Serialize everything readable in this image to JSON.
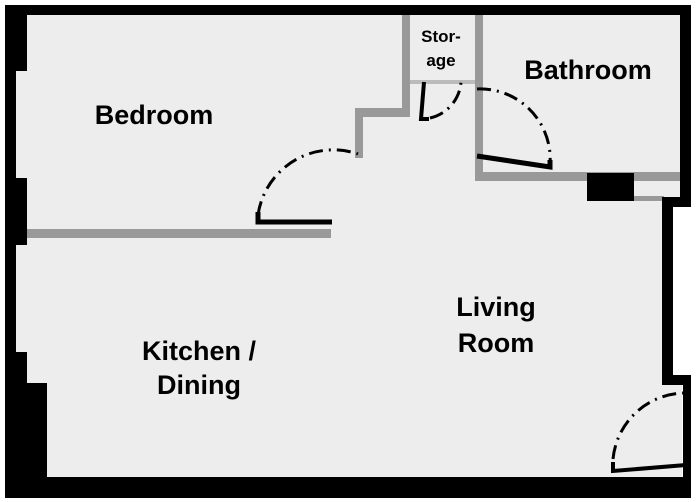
{
  "rooms": {
    "bedroom": "Bedroom",
    "storage_line1": "Stor-",
    "storage_line2": "age",
    "bathroom": "Bathroom",
    "living_line1": "Living",
    "living_line2": "Room",
    "kitchen_line1": "Kitchen /",
    "kitchen_line2": "Dining"
  },
  "colors": {
    "floor": "#ededed",
    "interior_wall": "#999999",
    "exterior_wall": "#000000"
  }
}
